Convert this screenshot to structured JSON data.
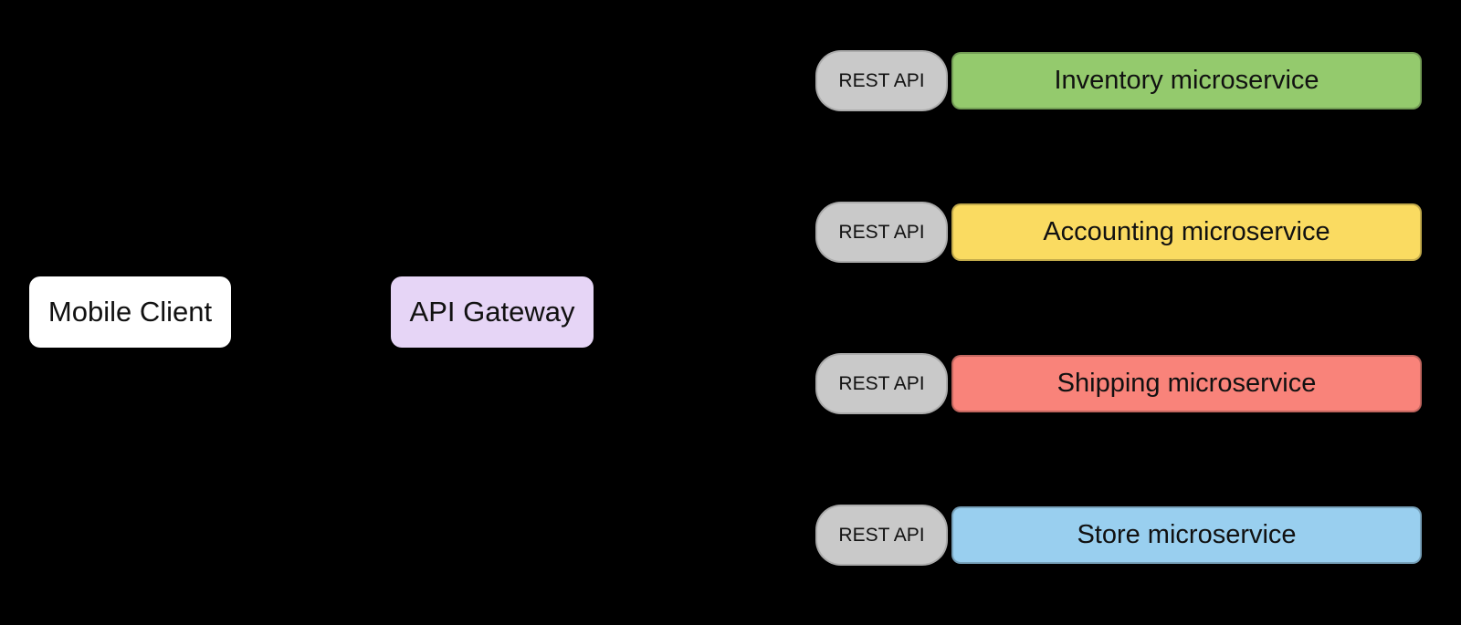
{
  "diagram": {
    "background_color": "#000000",
    "nodes": {
      "mobile_client": {
        "label": "Mobile Client",
        "fill": "#FFFFFF"
      },
      "api_gateway": {
        "label": "API Gateway",
        "fill": "#E6D5F6"
      }
    },
    "services": [
      {
        "endpoint_label": "REST API",
        "name": "Inventory microservice",
        "fill": "#94CA6D",
        "endpoint_fill": "#C9C9C9"
      },
      {
        "endpoint_label": "REST API",
        "name": "Accounting microservice",
        "fill": "#FADB61",
        "endpoint_fill": "#C9C9C9"
      },
      {
        "endpoint_label": "REST API",
        "name": "Shipping microservice",
        "fill": "#F9837A",
        "endpoint_fill": "#C9C9C9"
      },
      {
        "endpoint_label": "REST API",
        "name": "Store microservice",
        "fill": "#99CFEF",
        "endpoint_fill": "#C9C9C9"
      }
    ]
  }
}
